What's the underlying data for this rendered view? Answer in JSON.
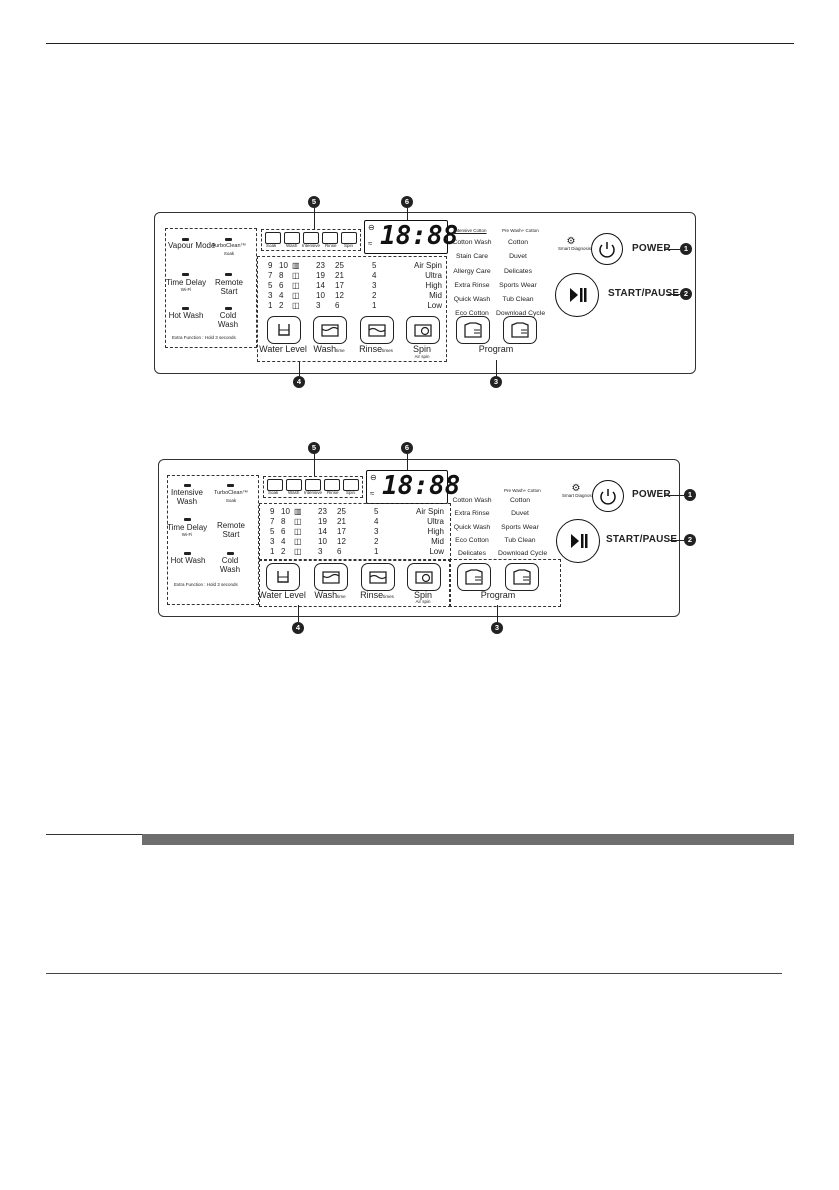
{
  "panel": {
    "power_label": "POWER",
    "start_pause_label": "START/PAUSE",
    "smart_diag": "Smart Diagnosis™",
    "display": "18:88",
    "callouts": [
      "1",
      "2",
      "3",
      "4",
      "5",
      "6"
    ],
    "cycle_icons": [
      "Soak",
      "Wash",
      "Intensive",
      "Rinse",
      "Spin"
    ],
    "water_levels_left": [
      "9",
      "7",
      "5",
      "3",
      "1"
    ],
    "water_levels_right": [
      "10",
      "8",
      "6",
      "4",
      "2"
    ],
    "wash_times_a": [
      "23",
      "19",
      "14",
      "10",
      "3"
    ],
    "wash_times_b": [
      "25",
      "21",
      "17",
      "12",
      "6"
    ],
    "rinse_counts": [
      "5",
      "4",
      "3",
      "2",
      "1"
    ],
    "spin_levels": [
      "Air Spin",
      "Ultra",
      "High",
      "Mid",
      "Low"
    ],
    "buttons": {
      "water_level": "Water Level",
      "wash": "Wash",
      "wash_sub": "time",
      "rinse": "Rinse",
      "rinse_sub": "times",
      "spin": "Spin",
      "spin_sub": "Air spin",
      "program": "Program"
    },
    "extra_note": "Extra Function : Hold 3 seconds",
    "turbo_clean": "TurboClean™",
    "soak_sub": "Soak",
    "wifi_sub": "Wi-Fi",
    "remote_start": "Remote Start",
    "time_delay": "Time Delay",
    "hot_wash": "Hot Wash",
    "cold_wash": "Cold Wash"
  },
  "panel1": {
    "top_left_mode": "Vapour Mode",
    "program_header_left": "Intensive Cotton",
    "program_header_right": "Pre Wash+ Cotton",
    "programs_left": [
      "Cotton Wash",
      "Stain Care",
      "Allergy Care",
      "Extra Rinse",
      "Quick Wash",
      "Eco Cotton"
    ],
    "programs_right": [
      "Cotton",
      "Duvet",
      "Delicates",
      "Sports Wear",
      "Tub Clean",
      "Download Cycle"
    ]
  },
  "panel2": {
    "top_left_mode": "Intensive Wash",
    "program_header_right": "Pre Wash+ Cotton",
    "programs_left": [
      "Cotton Wash",
      "Extra Rinse",
      "Quick Wash",
      "Eco Cotton",
      "Delicates"
    ],
    "programs_right": [
      "Cotton",
      "Duvet",
      "Sports Wear",
      "Tub Clean",
      "Download Cycle"
    ]
  }
}
